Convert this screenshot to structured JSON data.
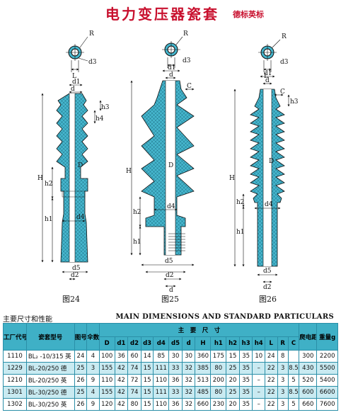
{
  "header": {
    "title": "电力变压器瓷套",
    "subtitle": "德标英标"
  },
  "figures": [
    {
      "caption": "图24"
    },
    {
      "caption": "图25"
    },
    {
      "caption": "图26"
    }
  ],
  "dim_labels": {
    "R": "R",
    "L": "L",
    "d3": "d3",
    "d1": "d1",
    "C": "C",
    "h3": "h3",
    "h4": "h4",
    "D": "D",
    "H": "H",
    "h2": "h2",
    "h1": "h1",
    "d4": "d4",
    "d5": "d5",
    "d2": "d2",
    "d": "d"
  },
  "sections": {
    "left": "主要尺寸和性能",
    "right": "MAIN DIMENSIONS AND STANDARD PARTICULARS"
  },
  "table": {
    "headers": {
      "factory_code": "工厂代号",
      "model": "瓷套型号",
      "figure": "图号",
      "umbrella": "伞数",
      "main_dims": "主　要　尺　寸",
      "creepage": "爬电距离mm",
      "creepage_unit": "mm",
      "weight": "重量g",
      "cols": [
        "D",
        "d1",
        "d2",
        "d3",
        "d4",
        "d5",
        "d",
        "H",
        "h1",
        "h2",
        "h3",
        "h4",
        "L",
        "R",
        "C"
      ]
    },
    "rows": [
      {
        "code": "1110",
        "model": "BL₂ -10/315 英",
        "fig": "24",
        "n": "4",
        "dims": [
          "100",
          "36",
          "60",
          "14",
          "85",
          "30",
          "30",
          "360",
          "175",
          "15",
          "35",
          "10",
          "24",
          "8"
        ],
        "creep": "300",
        "weight": "2200"
      },
      {
        "code": "1229",
        "model": "BL-20/250 德",
        "fig": "25",
        "n": "3",
        "dims": [
          "155",
          "42",
          "74",
          "15",
          "111",
          "33",
          "32",
          "385",
          "80",
          "25",
          "35",
          "–",
          "22",
          "3",
          "8.5"
        ],
        "creep": "430",
        "weight": "5500"
      },
      {
        "code": "1210",
        "model": "BL-20/250 英",
        "fig": "26",
        "n": "9",
        "dims": [
          "110",
          "42",
          "72",
          "15",
          "110",
          "36",
          "32",
          "513",
          "200",
          "20",
          "35",
          "–",
          "22",
          "3",
          "5"
        ],
        "creep": "520",
        "weight": "5400"
      },
      {
        "code": "1301",
        "model": "BL-30/250 德",
        "fig": "25",
        "n": "4",
        "dims": [
          "155",
          "42",
          "74",
          "15",
          "111",
          "33",
          "32",
          "485",
          "80",
          "25",
          "35",
          "–",
          "22",
          "3",
          "8.5"
        ],
        "creep": "600",
        "weight": "6600"
      },
      {
        "code": "1302",
        "model": "BL-30/250 英",
        "fig": "26",
        "n": "9",
        "dims": [
          "120",
          "42",
          "80",
          "15",
          "110",
          "36",
          "32",
          "660",
          "230",
          "20",
          "35",
          "–",
          "22",
          "3",
          "5"
        ],
        "creep": "660",
        "weight": "7600"
      }
    ]
  },
  "colors": {
    "title": "#c8102e",
    "porcelain": "#45b5cc",
    "header_bg": "#3fb0c6",
    "row_alt": "#c9eaf1"
  }
}
